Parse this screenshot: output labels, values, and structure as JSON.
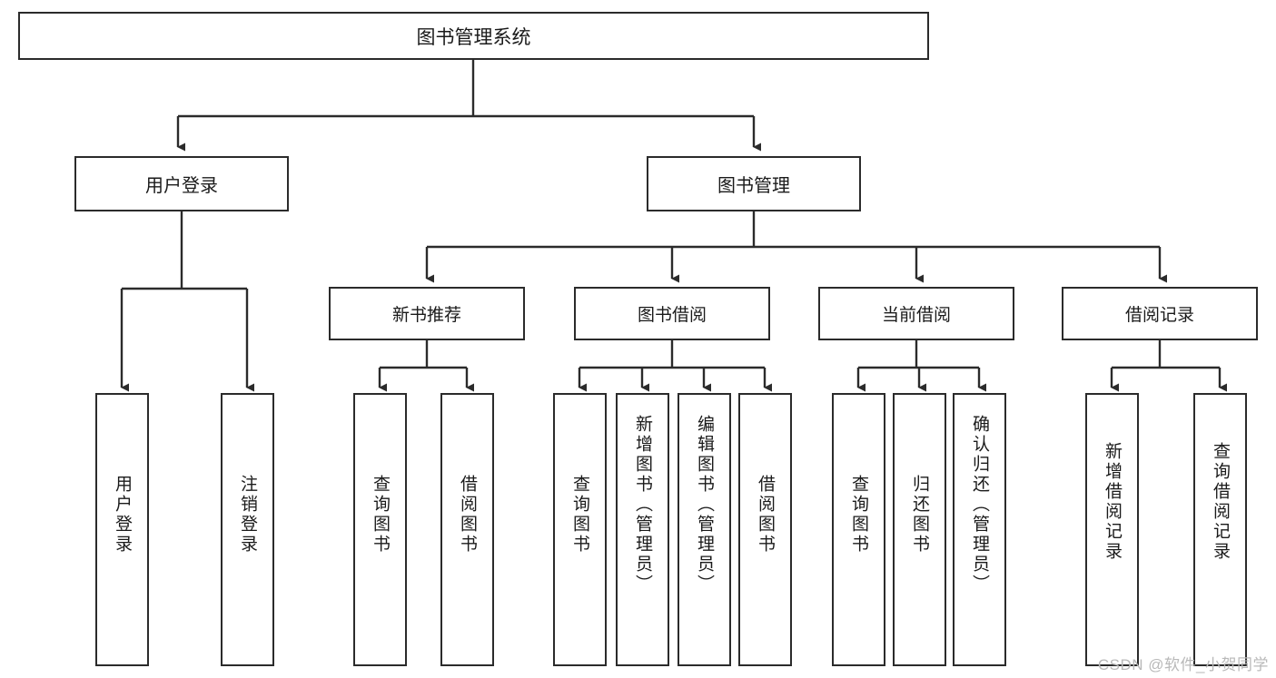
{
  "diagram": {
    "title": "图书管理系统",
    "root": {
      "label": "图书管理系统"
    },
    "level1": [
      {
        "label": "用户登录"
      },
      {
        "label": "图书管理"
      }
    ],
    "level2": [
      {
        "label": "新书推荐"
      },
      {
        "label": "图书借阅"
      },
      {
        "label": "当前借阅"
      },
      {
        "label": "借阅记录"
      }
    ],
    "leaves": {
      "user_login": [
        {
          "label": "用户登录"
        },
        {
          "label": "注销登录"
        }
      ],
      "new_book_recommend": [
        {
          "label": "查询图书"
        },
        {
          "label": "借阅图书"
        }
      ],
      "book_borrow": [
        {
          "label": "查询图书"
        },
        {
          "label": "新增图书（管理员）"
        },
        {
          "label": "编辑图书（管理员）"
        },
        {
          "label": "借阅图书"
        }
      ],
      "current_borrow": [
        {
          "label": "查询图书"
        },
        {
          "label": "归还图书"
        },
        {
          "label": "确认归还（管理员）"
        }
      ],
      "borrow_records": [
        {
          "label": "新增借阅记录"
        },
        {
          "label": "查询借阅记录"
        }
      ]
    }
  },
  "watermark": {
    "text": "CSDN @软件_小贺同学"
  },
  "colors": {
    "border": "#2b2b2b",
    "background": "#ffffff",
    "text": "#1a1a1a",
    "watermark": "#b9b9b9"
  }
}
